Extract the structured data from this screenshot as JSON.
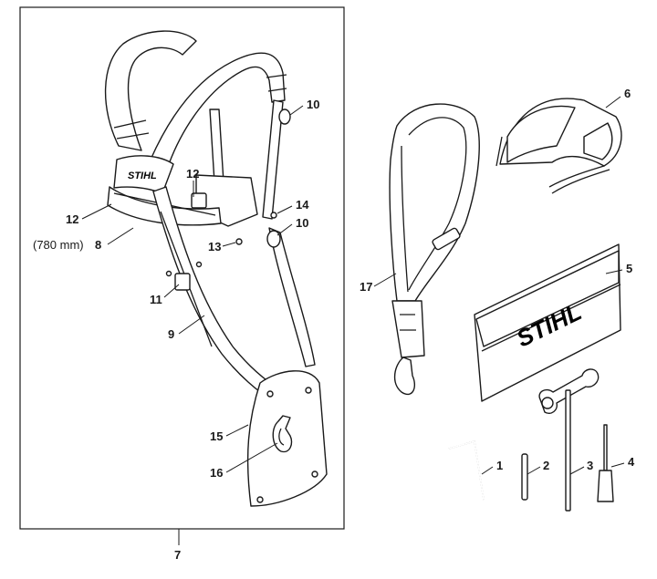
{
  "brand": "STIHL",
  "callouts": {
    "c1": "1",
    "c2": "2",
    "c3": "3",
    "c4": "4",
    "c5": "5",
    "c6": "6",
    "c7": "7",
    "c8_prefix": "(780 mm)",
    "c8": "8",
    "c9": "9",
    "c10a": "10",
    "c10b": "10",
    "c11": "11",
    "c12a": "12",
    "c12b": "12",
    "c13": "13",
    "c14": "14",
    "c15": "15",
    "c16": "16",
    "c17": "17"
  },
  "colors": {
    "line": "#1a1a1a",
    "fill": "#ffffff",
    "shade": "#d9d9d9"
  }
}
